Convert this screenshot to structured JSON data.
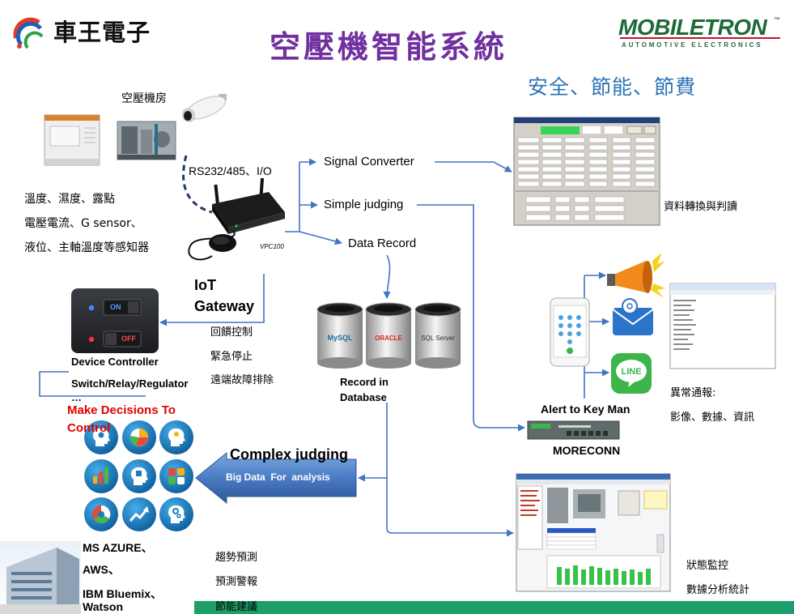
{
  "header": {
    "company_name_zh": "車王電子",
    "title": "空壓機智能系統",
    "brand": "MOBILETRON",
    "brand_tm": "™",
    "brand_tagline": "AUTOMOTIVE ELECTRONICS",
    "subtitle": "安全、節能、節費"
  },
  "field": {
    "room_label": "空壓機房",
    "interface_label": "RS232/485、I/O",
    "sensors": [
      "溫度、濕度、露點",
      "電壓電流、G sensor、",
      "液位、主軸溫度等感知器"
    ],
    "gateway_model": "VPC100",
    "gateway_label": [
      "IoT",
      "Gateway"
    ],
    "gateway_functions": [
      "回饋控制",
      "緊急停止",
      "遠端故障排除"
    ]
  },
  "flow": {
    "signal_converter": "Signal Converter",
    "simple_judging": "Simple judging",
    "data_record": "Data Record",
    "conversion_label": "資料轉換與判讀"
  },
  "controller": {
    "on_label": "ON",
    "off_label": "OFF",
    "lines": [
      "Device Controller",
      "Switch/Relay/Regulator",
      "…"
    ],
    "decision": [
      "Make  Decisions To",
      "Control"
    ]
  },
  "database": {
    "engines": [
      "MySQL",
      "ORACLE",
      "SQL Server"
    ],
    "label": [
      "Record in",
      "Database"
    ]
  },
  "analytics": {
    "complex_judging": "Complex judging",
    "big_data": "Big Data  For  analysis",
    "clouds": [
      "MS AZURE、",
      "AWS、",
      "IBM Bluemix、",
      "Watson"
    ],
    "predictions": [
      "趨勢預測",
      "預測警報",
      "節能建議"
    ],
    "grid_icons": [
      "head-gear-icon",
      "pie-chart-icon",
      "head-idea-icon",
      "bar-chart-icon",
      "head-puzzle-icon",
      "puzzle-icon",
      "donut-chart-icon",
      "trend-icon",
      "head-gears-icon"
    ]
  },
  "alert": {
    "key_man": "Alert to Key Man",
    "device_name": "MORECONN",
    "notify": [
      "異常通報:",
      "影像、數據、資訊"
    ],
    "line_label": "LINE",
    "icons": [
      "phone-icon",
      "megaphone-icon",
      "email-icon",
      "line-app-icon"
    ]
  },
  "monitoring": {
    "labels": [
      "狀態監控",
      "數據分析統計"
    ]
  },
  "colors": {
    "title": "#7030A0",
    "subtitle": "#2E75B6",
    "decision_text": "#E00000",
    "connector": "#4472C4",
    "footer_bar": "#1E9E6A"
  }
}
